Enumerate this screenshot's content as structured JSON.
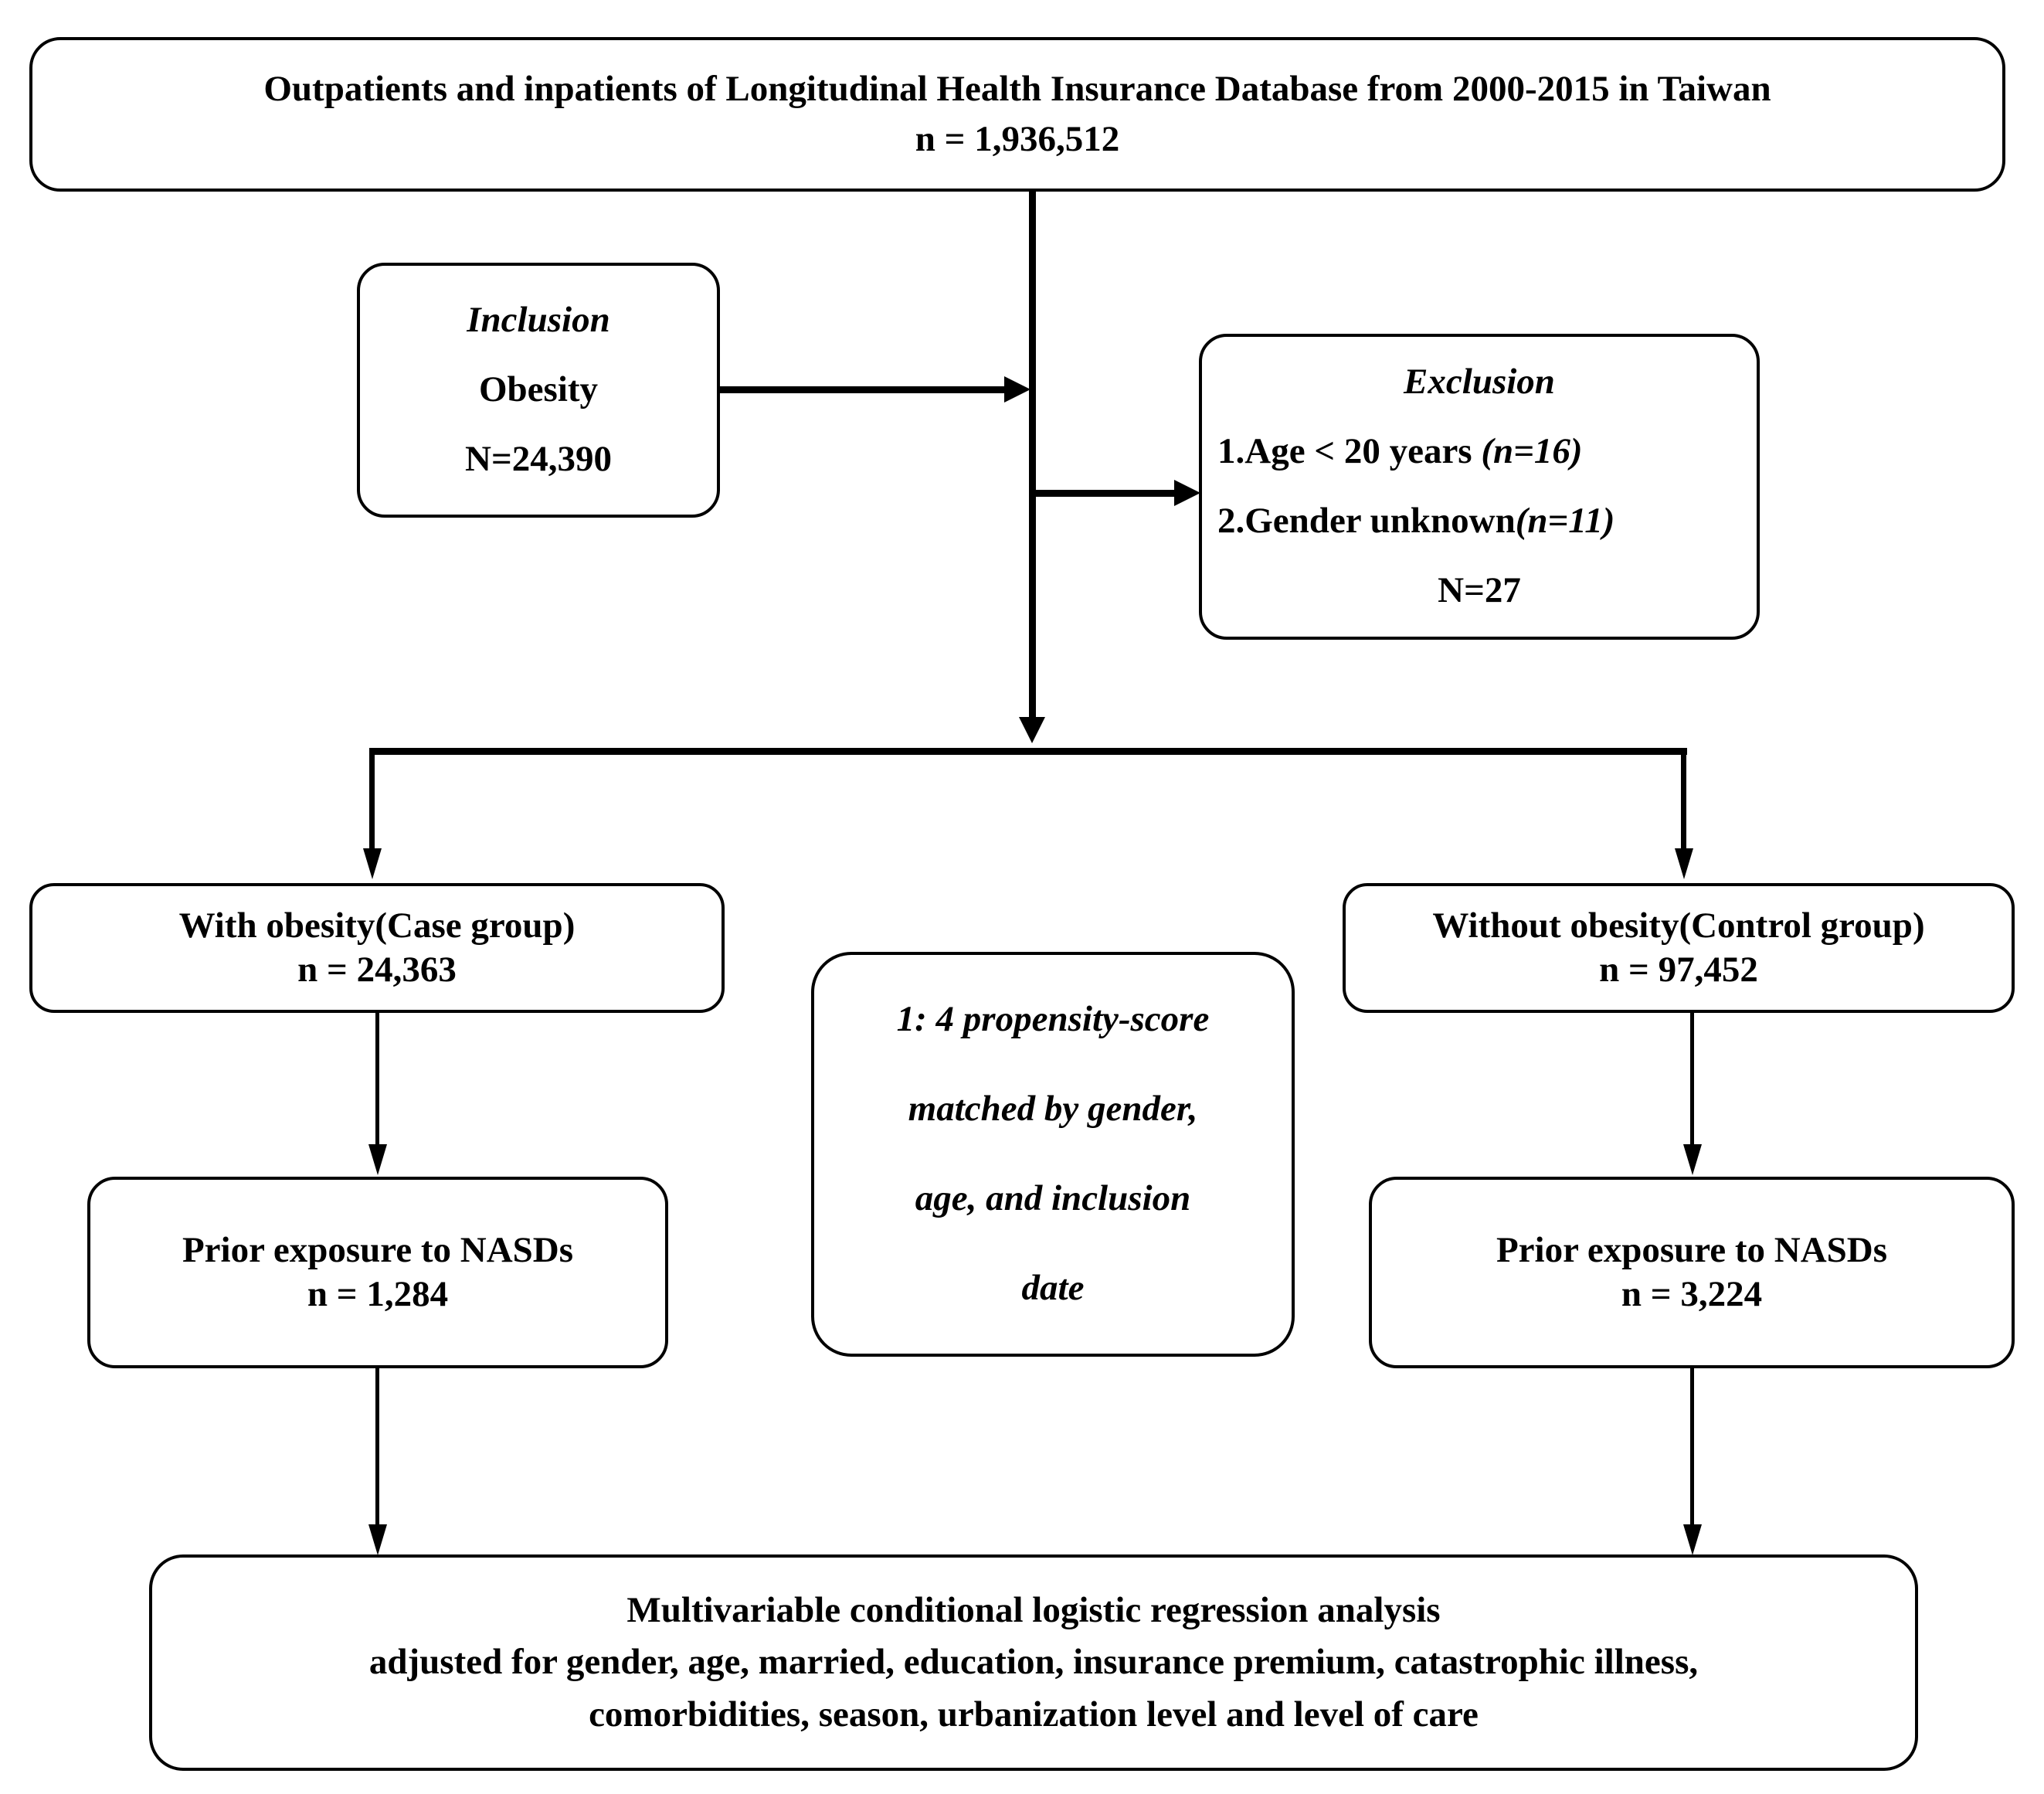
{
  "diagram": {
    "title": "Study population selection flowchart",
    "colors": {
      "stroke": "#000000",
      "background": "#ffffff",
      "text": "#000000"
    },
    "nodes": {
      "source": {
        "line1": "Outpatients and inpatients of Longitudinal Health Insurance Database from 2000-2015 in Taiwan",
        "line2": "n = 1,936,512"
      },
      "inclusion": {
        "heading": "Inclusion",
        "criterion": "Obesity",
        "count": "N=24,390"
      },
      "exclusion": {
        "heading": "Exclusion",
        "item1_label": "1.Age < 20 years ",
        "item1_count": "(n=16)",
        "item2_label": "2.Gender unknown",
        "item2_count": "(n=11)",
        "total": "N=27"
      },
      "case_group": {
        "line1": "With obesity(Case group)",
        "line2": "n = 24,363"
      },
      "control_group": {
        "line1": "Without obesity(Control group)",
        "line2": "n = 97,452"
      },
      "matching": {
        "line1": "1: 4 propensity-score",
        "line2": "matched by gender,",
        "line3": "age, and inclusion",
        "line4": "date"
      },
      "nasd_case": {
        "line1": "Prior exposure to NASDs",
        "line2": "n = 1,284"
      },
      "nasd_control": {
        "line1": "Prior exposure to NASDs",
        "line2": "n = 3,224"
      },
      "analysis": {
        "line1": "Multivariable conditional logistic regression analysis",
        "line2": "adjusted for gender, age, married, education, insurance premium, catastrophic illness,",
        "line3": "comorbidities, season, urbanization level and level of care"
      }
    }
  }
}
